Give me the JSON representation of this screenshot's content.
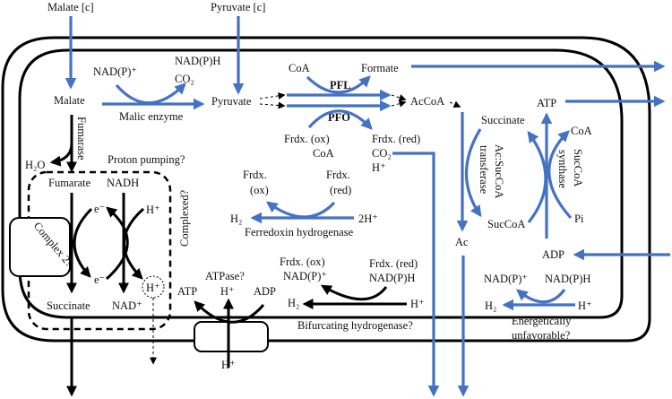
{
  "title": "Metabolic pathway diagram: malate and pyruvate fermentation",
  "colors": {
    "pathway_blue": "#4472c4",
    "membrane_black": "#000000",
    "background": "#ffffff"
  },
  "external": {
    "malate_c": "Malate [c]",
    "pyruvate_c": "Pyruvate [c]"
  },
  "malic_enzyme": {
    "substrate": "Malate",
    "cofactor_in": "NAD(P)⁺",
    "cofactor_out": "NAD(P)H",
    "co2": "CO₂",
    "product": "Pyruvate",
    "enzyme": "Malic enzyme"
  },
  "pyruvate_node": {
    "pfl_enzyme": "PFL",
    "pfl_in": "CoA",
    "pfl_out": "Formate",
    "pfo_enzyme": "PFO",
    "pfo_in_1": "Frdx. (ox)",
    "pfo_in_2": "CoA",
    "pfo_out_1": "Frdx. (red)",
    "pfo_out_2": "CO₂",
    "pfo_out_3": "H⁺",
    "product": "AcCoA"
  },
  "ferredoxin_hydrogenase": {
    "ox": "Frdx.",
    "ox2": "(ox)",
    "red": "Frdx.",
    "red2": "(red)",
    "h2": "H₂",
    "protons": "2H⁺",
    "enzyme": "Ferredoxin hydrogenase"
  },
  "transferase": {
    "succinate": "Succinate",
    "succoa": "SucCoA",
    "acetate": "Ac",
    "enzyme_line1": "Ac:SucCoA",
    "enzyme_line2": "transferase"
  },
  "succoa_synthase": {
    "atp": "ATP",
    "adp": "ADP",
    "coa": "CoA",
    "pi": "Pi",
    "enzyme_line1": "SucCoA",
    "enzyme_line2": "synthase"
  },
  "fumarase": {
    "enzyme": "Fumarase",
    "water": "H₂O",
    "product": "Fumarate"
  },
  "complex2": {
    "label": "Complex 2?",
    "proton_pumping": "Proton pumping?",
    "complexed": "Complexed?",
    "fumarate": "Fumarate",
    "succinate": "Succinate",
    "nadh": "NADH",
    "nad": "NAD⁺",
    "electron_top": "e⁻",
    "electron_bottom": "e⁻",
    "proton_in": "H⁺",
    "proton_out": "H⁺"
  },
  "atpase": {
    "label": "ATPase?",
    "atp": "ATP",
    "adp": "ADP",
    "proton_in": "H⁺",
    "proton_out": "H⁺"
  },
  "bifurcating_hydrogenase": {
    "ox_1": "Frdx. (ox)",
    "ox_2": "NAD(P)⁺",
    "red_1": "Frdx. (red)",
    "red_2": "NAD(P)H",
    "h2": "H₂",
    "proton": "H⁺",
    "enzyme": "Bifurcating hydrogenase?"
  },
  "nadph_hydrogenase": {
    "ox": "NAD(P)⁺",
    "red": "NAD(P)H",
    "h2": "H₂",
    "proton": "H⁺",
    "note_line1": "Energetically",
    "note_line2": "unfavorable?"
  }
}
